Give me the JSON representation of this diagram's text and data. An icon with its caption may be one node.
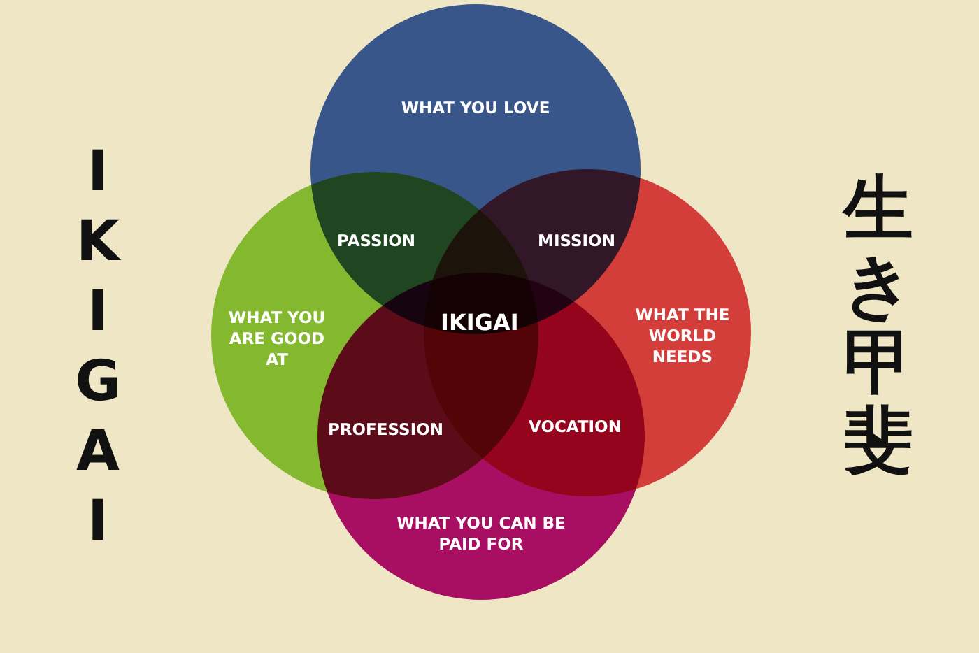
{
  "diagram": {
    "nodes": [
      {
        "text": [
          "WHAT YOU LOVE"
        ]
      },
      {
        "text": [
          "WHAT YOU ARE GOOD AT"
        ]
      },
      {
        "text": [
          "WHAT THE WORLD NEEDS"
        ]
      },
      {
        "text": [
          "WHAT YOU CAN BE PAID FOR"
        ]
      }
    ],
    "edges": [],
    "labels": [
      "IKIGAI",
      "PASSION",
      "MISSION",
      "IKIGAI",
      "PROFESSION",
      "VOCATION",
      "生き甲斐"
    ]
  }
}
